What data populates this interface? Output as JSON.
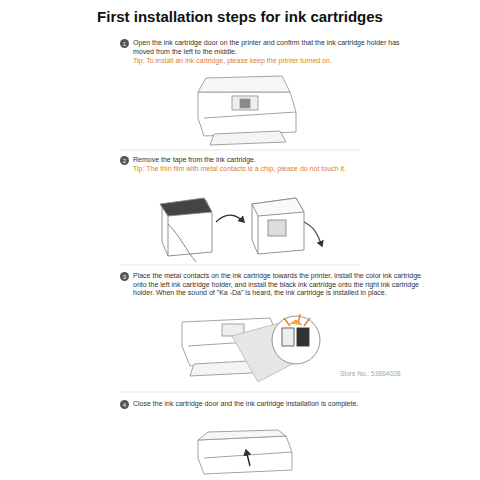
{
  "diagram": {
    "title": "First installation steps for ink cartridges",
    "nodes": [
      {
        "text": [
          "1"
        ]
      },
      {
        "text": [
          "2"
        ]
      },
      {
        "text": [
          "3"
        ]
      },
      {
        "text": [
          "4"
        ]
      }
    ],
    "labels": [
      "Open the ink cartridge door on the printer and confirm that the ink cartridge holder has moved from the left to the middle.",
      "Tip: To install an ink cartridge, please keep the printer turned on.",
      "Remove the tape from the ink cartridge.",
      "Tip: The thin film with metal contacts is a chip, please do not touch it.",
      "Place the metal contacts on the ink cartridge towards the printer, install the color ink cartridge onto the left ink cartridge holder, and install the black ink cartridge onto the right ink cartridge holder. When the sound of \"Ka -Da\" is heard, the ink cartridge is installed in place.",
      "Close the ink cartridge door and the ink cartridge installation is complete.",
      "Store No.: 5386402B"
    ]
  }
}
